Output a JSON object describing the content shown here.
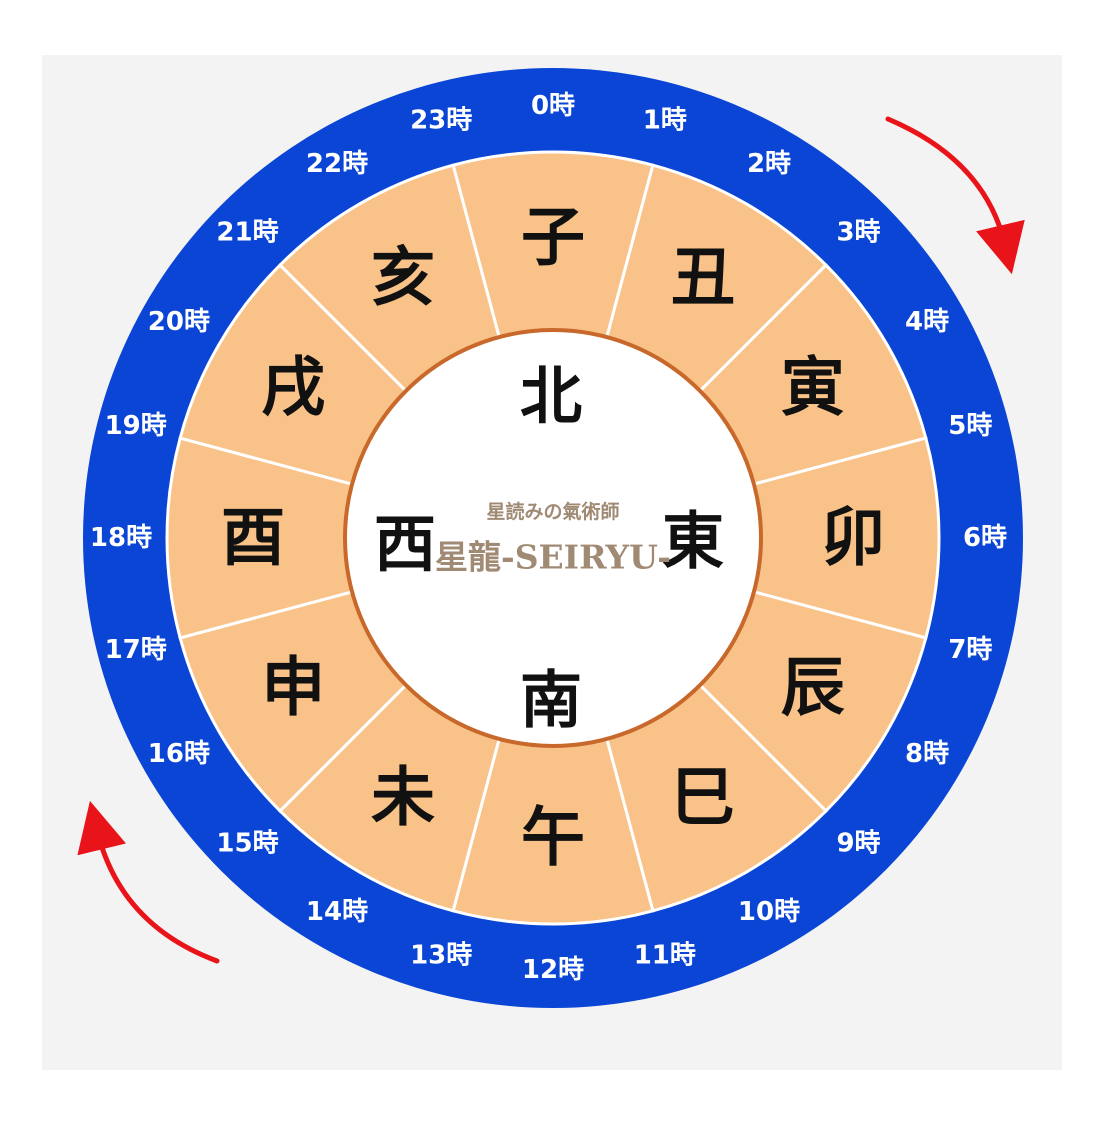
{
  "hours": [
    "0時",
    "1時",
    "2時",
    "3時",
    "4時",
    "5時",
    "6時",
    "7時",
    "8時",
    "9時",
    "10時",
    "11時",
    "12時",
    "13時",
    "14時",
    "15時",
    "16時",
    "17時",
    "18時",
    "19時",
    "20時",
    "21時",
    "22時",
    "23時"
  ],
  "branches": [
    "子",
    "丑",
    "寅",
    "卯",
    "辰",
    "巳",
    "午",
    "未",
    "申",
    "酉",
    "戌",
    "亥"
  ],
  "directions": {
    "north": "北",
    "east": "東",
    "south": "南",
    "west": "西"
  },
  "brand": {
    "line1": "星読みの氣術師",
    "line2": "星龍-SEIRYU-"
  },
  "colors": {
    "outer_ring": "#0a45d6",
    "hour_text": "#ffffff",
    "segment_fill": "#f9c288",
    "segment_divider": "#ffffff",
    "inner_border": "#c8682a",
    "center_fill": "#ffffff",
    "glyph": "#111111",
    "brand_text": "#a08a74",
    "arrow": "#e8141a",
    "backdrop": "#f3f3f3"
  }
}
